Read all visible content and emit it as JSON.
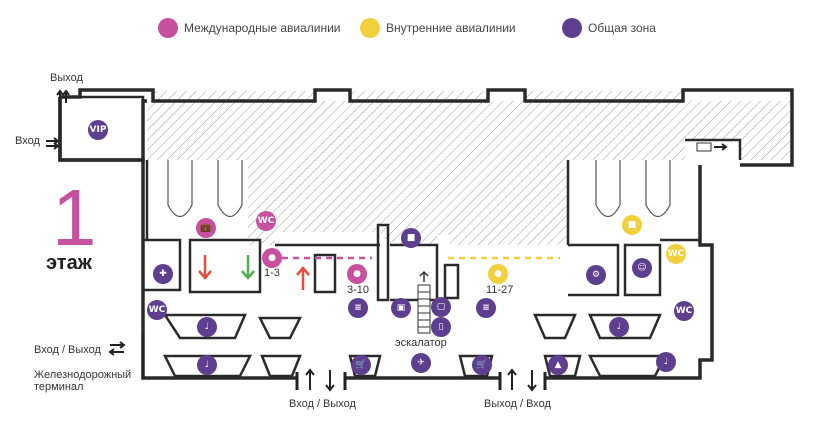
{
  "legend": {
    "international": {
      "label": "Международные авиалинии",
      "color": "#c7509f"
    },
    "domestic": {
      "label": "Внутренние авиалинии",
      "color": "#f2cf3c"
    },
    "common": {
      "label": "Общая зона",
      "color": "#5e3f8f"
    }
  },
  "floor": {
    "number": "1",
    "word": "этаж"
  },
  "labels": {
    "exit": "Выход",
    "entrance": "Вход",
    "entry_exit_left": "Вход / Выход",
    "railway": "Железнодорожный",
    "terminal": "терминал",
    "escalator": "эскалатор",
    "gate_center": "Вход / Выход",
    "gate_right": "Выход / Вход"
  },
  "zones": {
    "intl_gates": "1-3",
    "common_gates": "3-10",
    "domestic_gates": "11-27"
  },
  "icons": {
    "vip": "VIP",
    "wc": "WC"
  }
}
